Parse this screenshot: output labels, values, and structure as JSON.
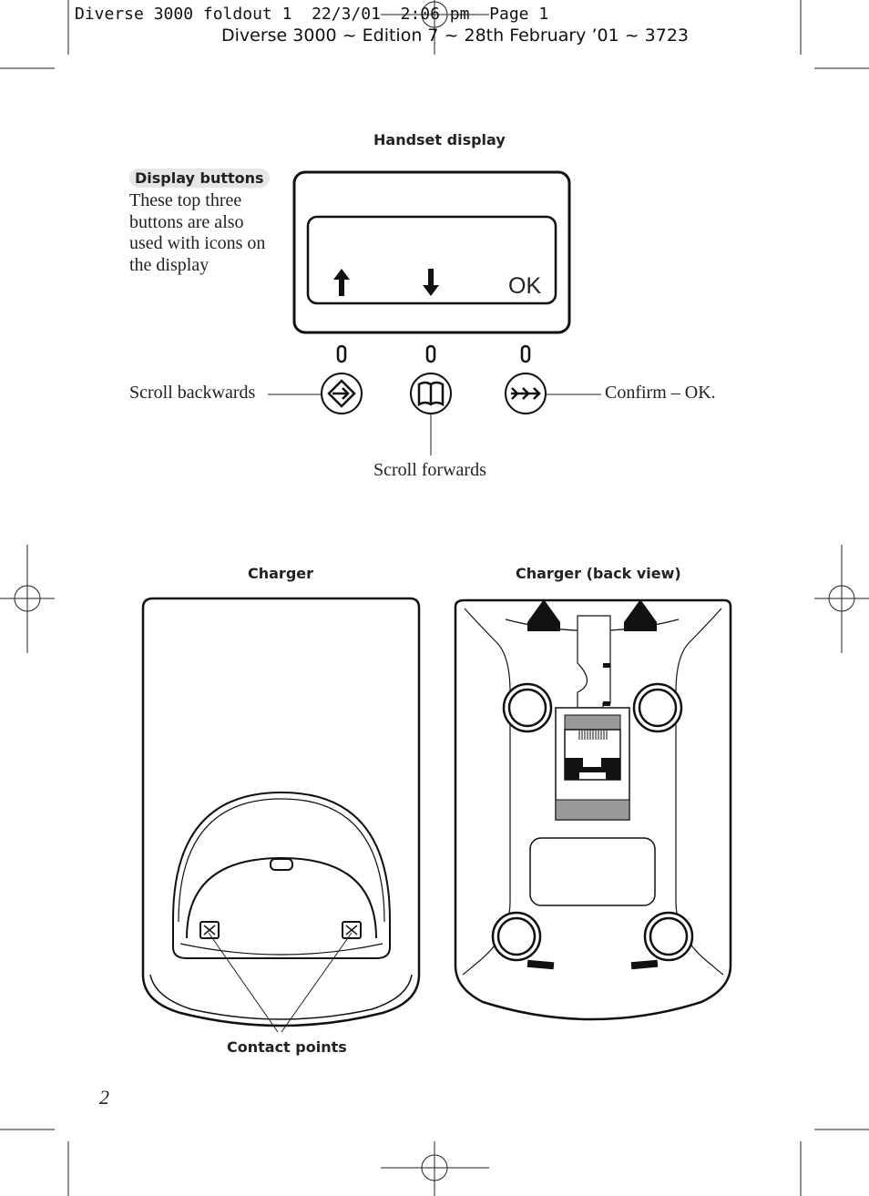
{
  "header": {
    "slug_line": "Diverse 3000 foldout 1  22/3/01  2:06 pm  Page 1",
    "edition_line": "Diverse 3000 ~ Edition 7 ~ 28th February ’01 ~ 3723"
  },
  "handset_display": {
    "title": "Handset display",
    "display_buttons_badge": "Display buttons",
    "display_buttons_text": "These top three buttons are also used with icons on the display",
    "ok_icon_text": "OK",
    "scroll_backwards": "Scroll backwards",
    "scroll_forwards": "Scroll forwards",
    "confirm_ok": "Confirm – OK."
  },
  "charger": {
    "title": "Charger",
    "back_view_title": "Charger (back view)",
    "contact_points": "Contact points"
  },
  "page_number": "2"
}
